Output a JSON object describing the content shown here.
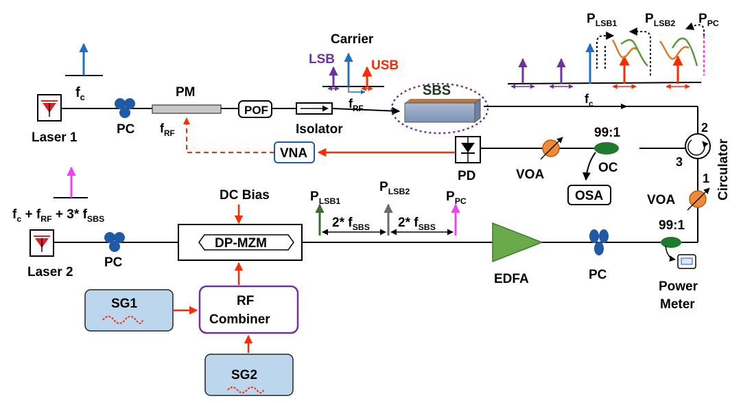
{
  "labels": {
    "laser1": "Laser 1",
    "laser2": "Laser 2",
    "pc": "PC",
    "pm": "PM",
    "pof": "POF",
    "isolator": "Isolator",
    "carrier": "Carrier",
    "lsb": "LSB",
    "usb": "USB",
    "sbs": "SBS",
    "vna": "VNA",
    "pd": "PD",
    "voa": "VOA",
    "oc": "OC",
    "osa": "OSA",
    "ratio": "99:1",
    "circulator": "Circulator",
    "port1": "1",
    "port2": "2",
    "port3": "3",
    "dc_bias": "DC Bias",
    "dp_mzm": "DP-MZM",
    "edfa": "EDFA",
    "power_meter_1": "Power",
    "power_meter_2": "Meter",
    "sg1": "SG1",
    "sg2": "SG2",
    "rf_combiner_1": "RF",
    "rf_combiner_2": "Combiner"
  },
  "math": {
    "f": "f",
    "c": "c",
    "rf": "RF",
    "sbs": "SBS",
    "P": "P",
    "lsb1": "LSB1",
    "lsb2": "LSB2",
    "pc": "PC",
    "two_star": "2* ",
    "plus": " + ",
    "three_star": " + 3* "
  },
  "colors": {
    "blue": "#1f6fc0",
    "purple": "#7030a0",
    "red": "#ff2a00",
    "magenta": "#ee44ee",
    "green_dark": "#3a6e2a",
    "gray_dark": "#6a6a6a",
    "sg_fill": "#bcd6ee",
    "edfa": "#6aaa4a",
    "pc_blue": "#1f5aa6",
    "oc_green": "#1f7a2e",
    "voa_orange": "#f08a3a",
    "laser_red": "#e02020",
    "sbs_box": "#8fa3c0",
    "curve_orange": "#e07a20",
    "curve_green": "#5a9a3a"
  }
}
